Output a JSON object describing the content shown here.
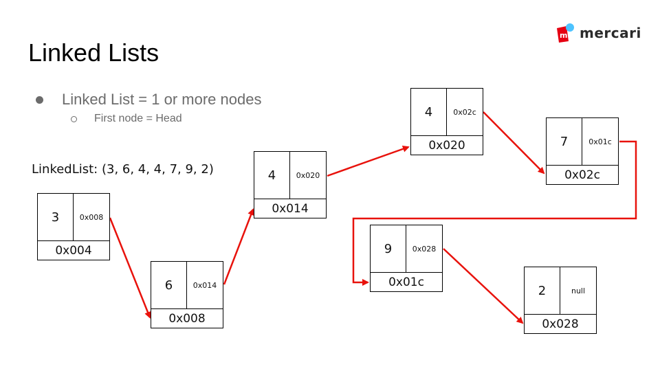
{
  "slide": {
    "title": "Linked Lists",
    "bullets": [
      {
        "text": "Linked List = 1 or more nodes",
        "level": 1
      },
      {
        "text": "First node = Head",
        "level": 2
      }
    ],
    "list_label": "LinkedList: (3, 6, 4, 4, 7, 9, 2)"
  },
  "logo": {
    "text": "mercari",
    "mark_letter": "m",
    "colors": {
      "red": "#e60012",
      "blue": "#4dc3ff"
    }
  },
  "nodes": [
    {
      "value": "3",
      "next": "0x008",
      "address": "0x004"
    },
    {
      "value": "6",
      "next": "0x014",
      "address": "0x008"
    },
    {
      "value": "4",
      "next": "0x020",
      "address": "0x014"
    },
    {
      "value": "4",
      "next": "0x02c",
      "address": "0x020"
    },
    {
      "value": "7",
      "next": "0x01c",
      "address": "0x02c"
    },
    {
      "value": "9",
      "next": "0x028",
      "address": "0x01c"
    },
    {
      "value": "2",
      "next": "null",
      "address": "0x028"
    }
  ],
  "arrow_color": "#e8120c"
}
